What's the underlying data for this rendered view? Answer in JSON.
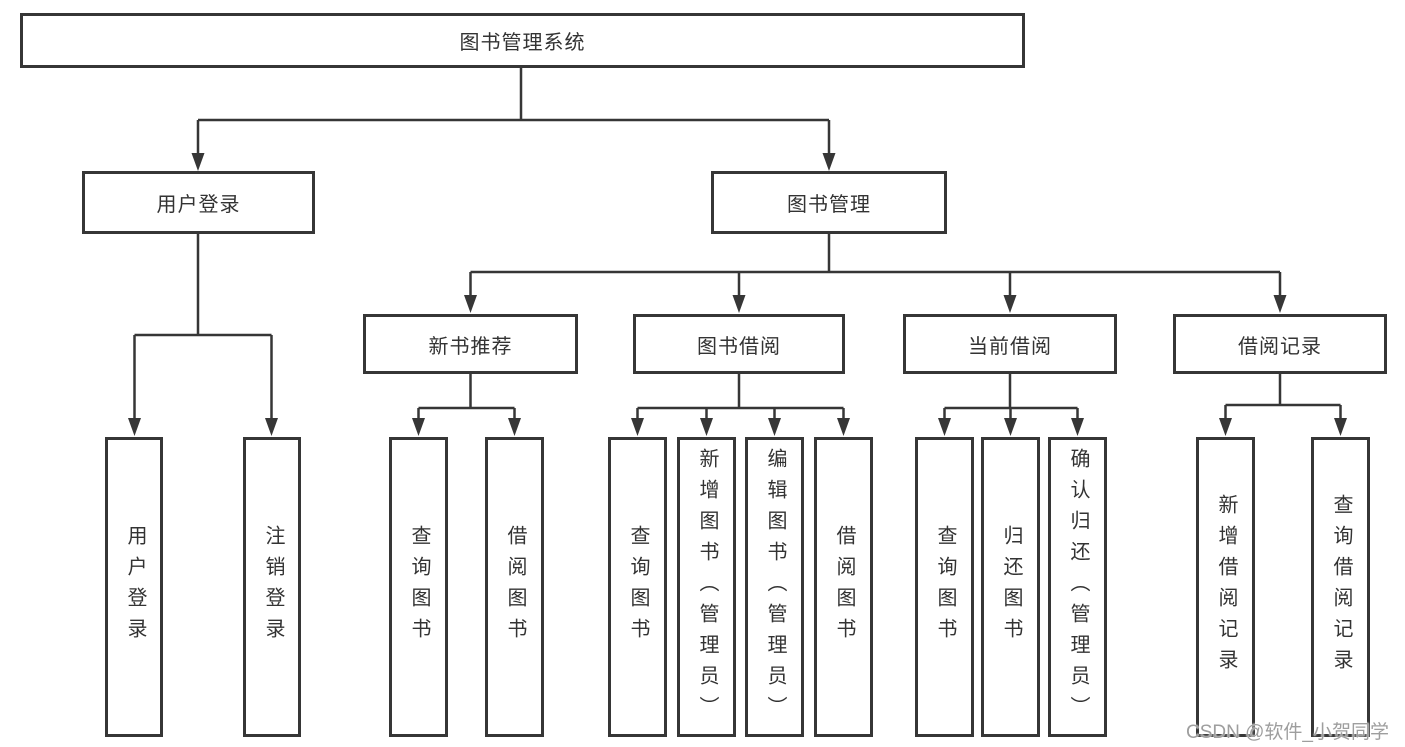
{
  "diagram": {
    "root": "图书管理系统",
    "branches": [
      {
        "label": "用户登录",
        "children": [
          "用户登录",
          "注销登录"
        ]
      },
      {
        "label": "图书管理",
        "sections": [
          {
            "label": "新书推荐",
            "children": [
              "查询图书",
              "借阅图书"
            ]
          },
          {
            "label": "图书借阅",
            "children": [
              "查询图书",
              "新增图书（管理员）",
              "编辑图书（管理员）",
              "借阅图书"
            ]
          },
          {
            "label": "当前借阅",
            "children": [
              "查询图书",
              "归还图书",
              "确认归还（管理员）"
            ]
          },
          {
            "label": "借阅记录",
            "children": [
              "新增借阅记录",
              "查询借阅记录"
            ]
          }
        ]
      }
    ]
  },
  "watermark": "CSDN @软件_小贺同学",
  "colors": {
    "line": "#363636",
    "text": "#333333",
    "background": "#ffffff",
    "watermark": "#9e9e9e"
  }
}
